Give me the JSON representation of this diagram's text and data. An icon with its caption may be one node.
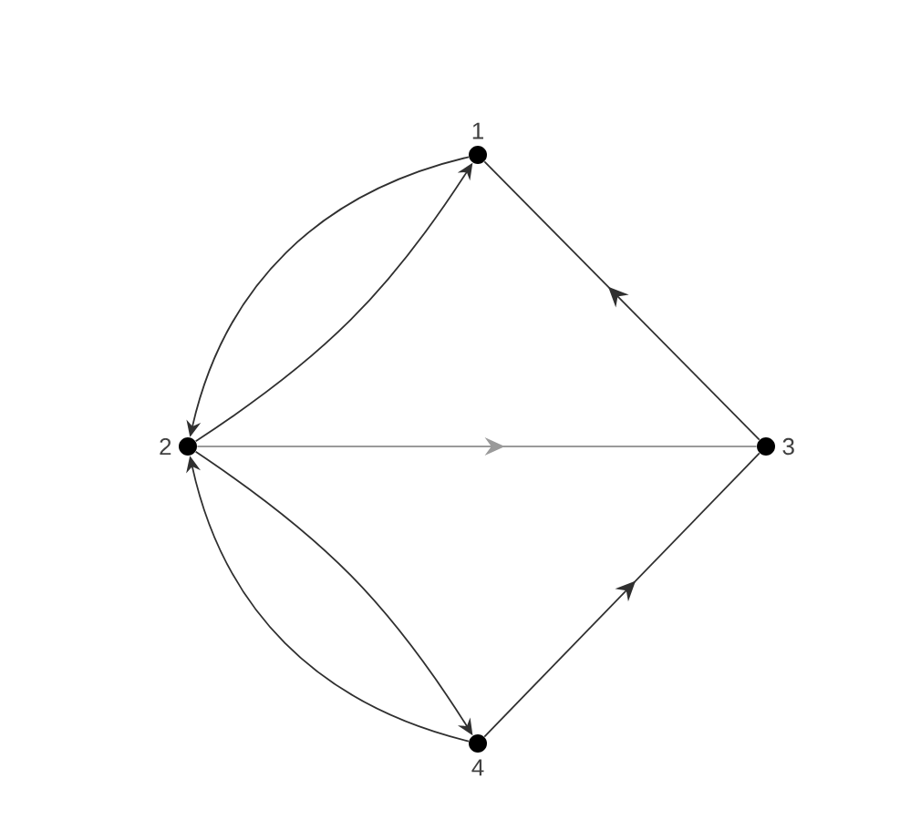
{
  "diagram": {
    "nodes": [
      {
        "text": [
          "1"
        ]
      },
      {
        "text": [
          "2"
        ]
      },
      {
        "text": [
          "3"
        ]
      },
      {
        "text": [
          "4"
        ]
      }
    ],
    "edges": [
      {
        "from": 0,
        "to": 1,
        "arrow": "to"
      },
      {
        "from": 1,
        "to": 0,
        "arrow": "to"
      },
      {
        "from": 2,
        "to": 0,
        "arrow": "to"
      },
      {
        "from": 1,
        "to": 2,
        "arrow": "to",
        "color": "#9a9a9a"
      },
      {
        "from": 3,
        "to": 1,
        "arrow": "to"
      },
      {
        "from": 1,
        "to": 3,
        "arrow": "to"
      },
      {
        "from": 3,
        "to": 2,
        "arrow": "to"
      }
    ]
  }
}
